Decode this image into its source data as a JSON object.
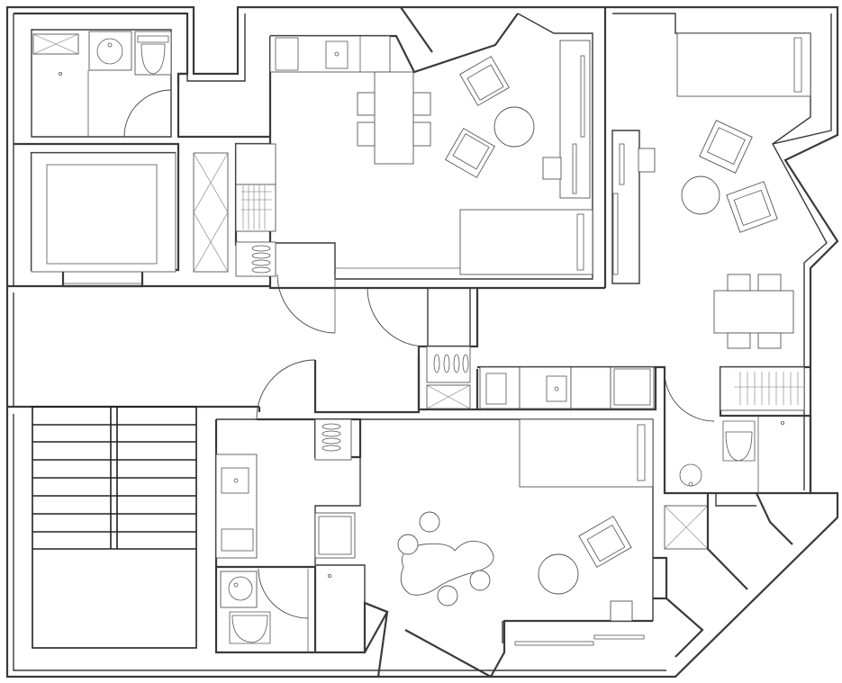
{
  "drawing": {
    "colors": {
      "background": "#ffffff",
      "line": "#3a3a3a"
    },
    "rooms": [
      "bathroom-nw",
      "bedroom-nw",
      "kitchen-living-north",
      "bedroom-living-east",
      "hallway",
      "stairwell",
      "living-south",
      "bathroom-south",
      "bathroom-east",
      "shaft-east"
    ]
  }
}
